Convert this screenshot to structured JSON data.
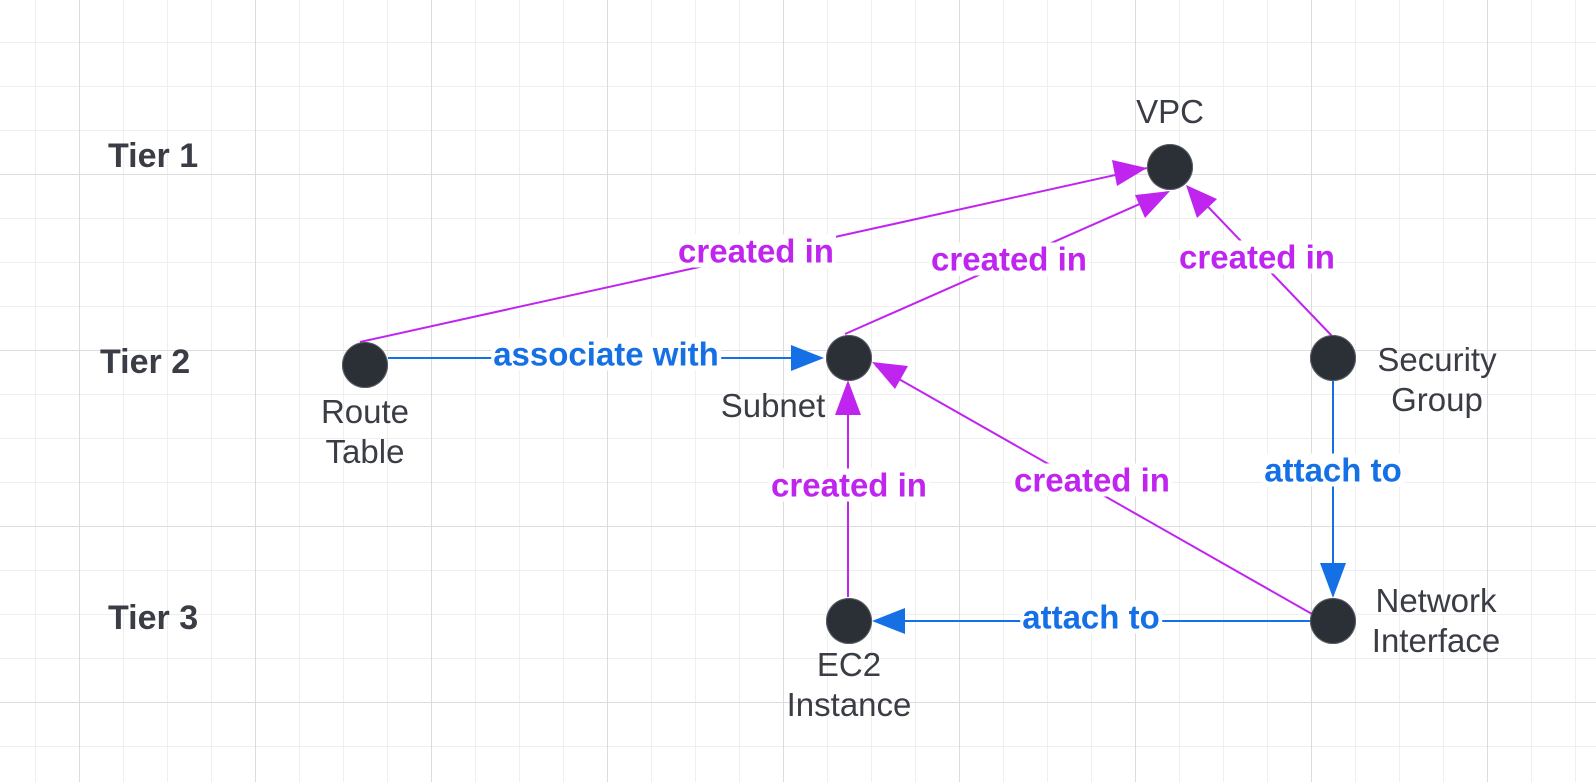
{
  "tiers": {
    "tier1": "Tier 1",
    "tier2": "Tier 2",
    "tier3": "Tier 3"
  },
  "nodes": {
    "vpc": "VPC",
    "route_table": "Route\nTable",
    "subnet": "Subnet",
    "security_group": "Security\nGroup",
    "ec2_instance": "EC2\nInstance",
    "network_interface": "Network\nInterface"
  },
  "edges": {
    "route_table_to_vpc": "created in",
    "subnet_to_vpc": "created in",
    "security_group_to_vpc": "created in",
    "route_table_to_subnet": "associate with",
    "ec2_to_subnet": "created in",
    "network_interface_to_subnet": "created in",
    "security_group_to_network_interface": "attach to",
    "network_interface_to_ec2": "attach to"
  },
  "colors": {
    "created_in": "#c025f0",
    "attach_associate": "#1570e6",
    "node": "#2b2f36",
    "text": "#3a3d45"
  }
}
